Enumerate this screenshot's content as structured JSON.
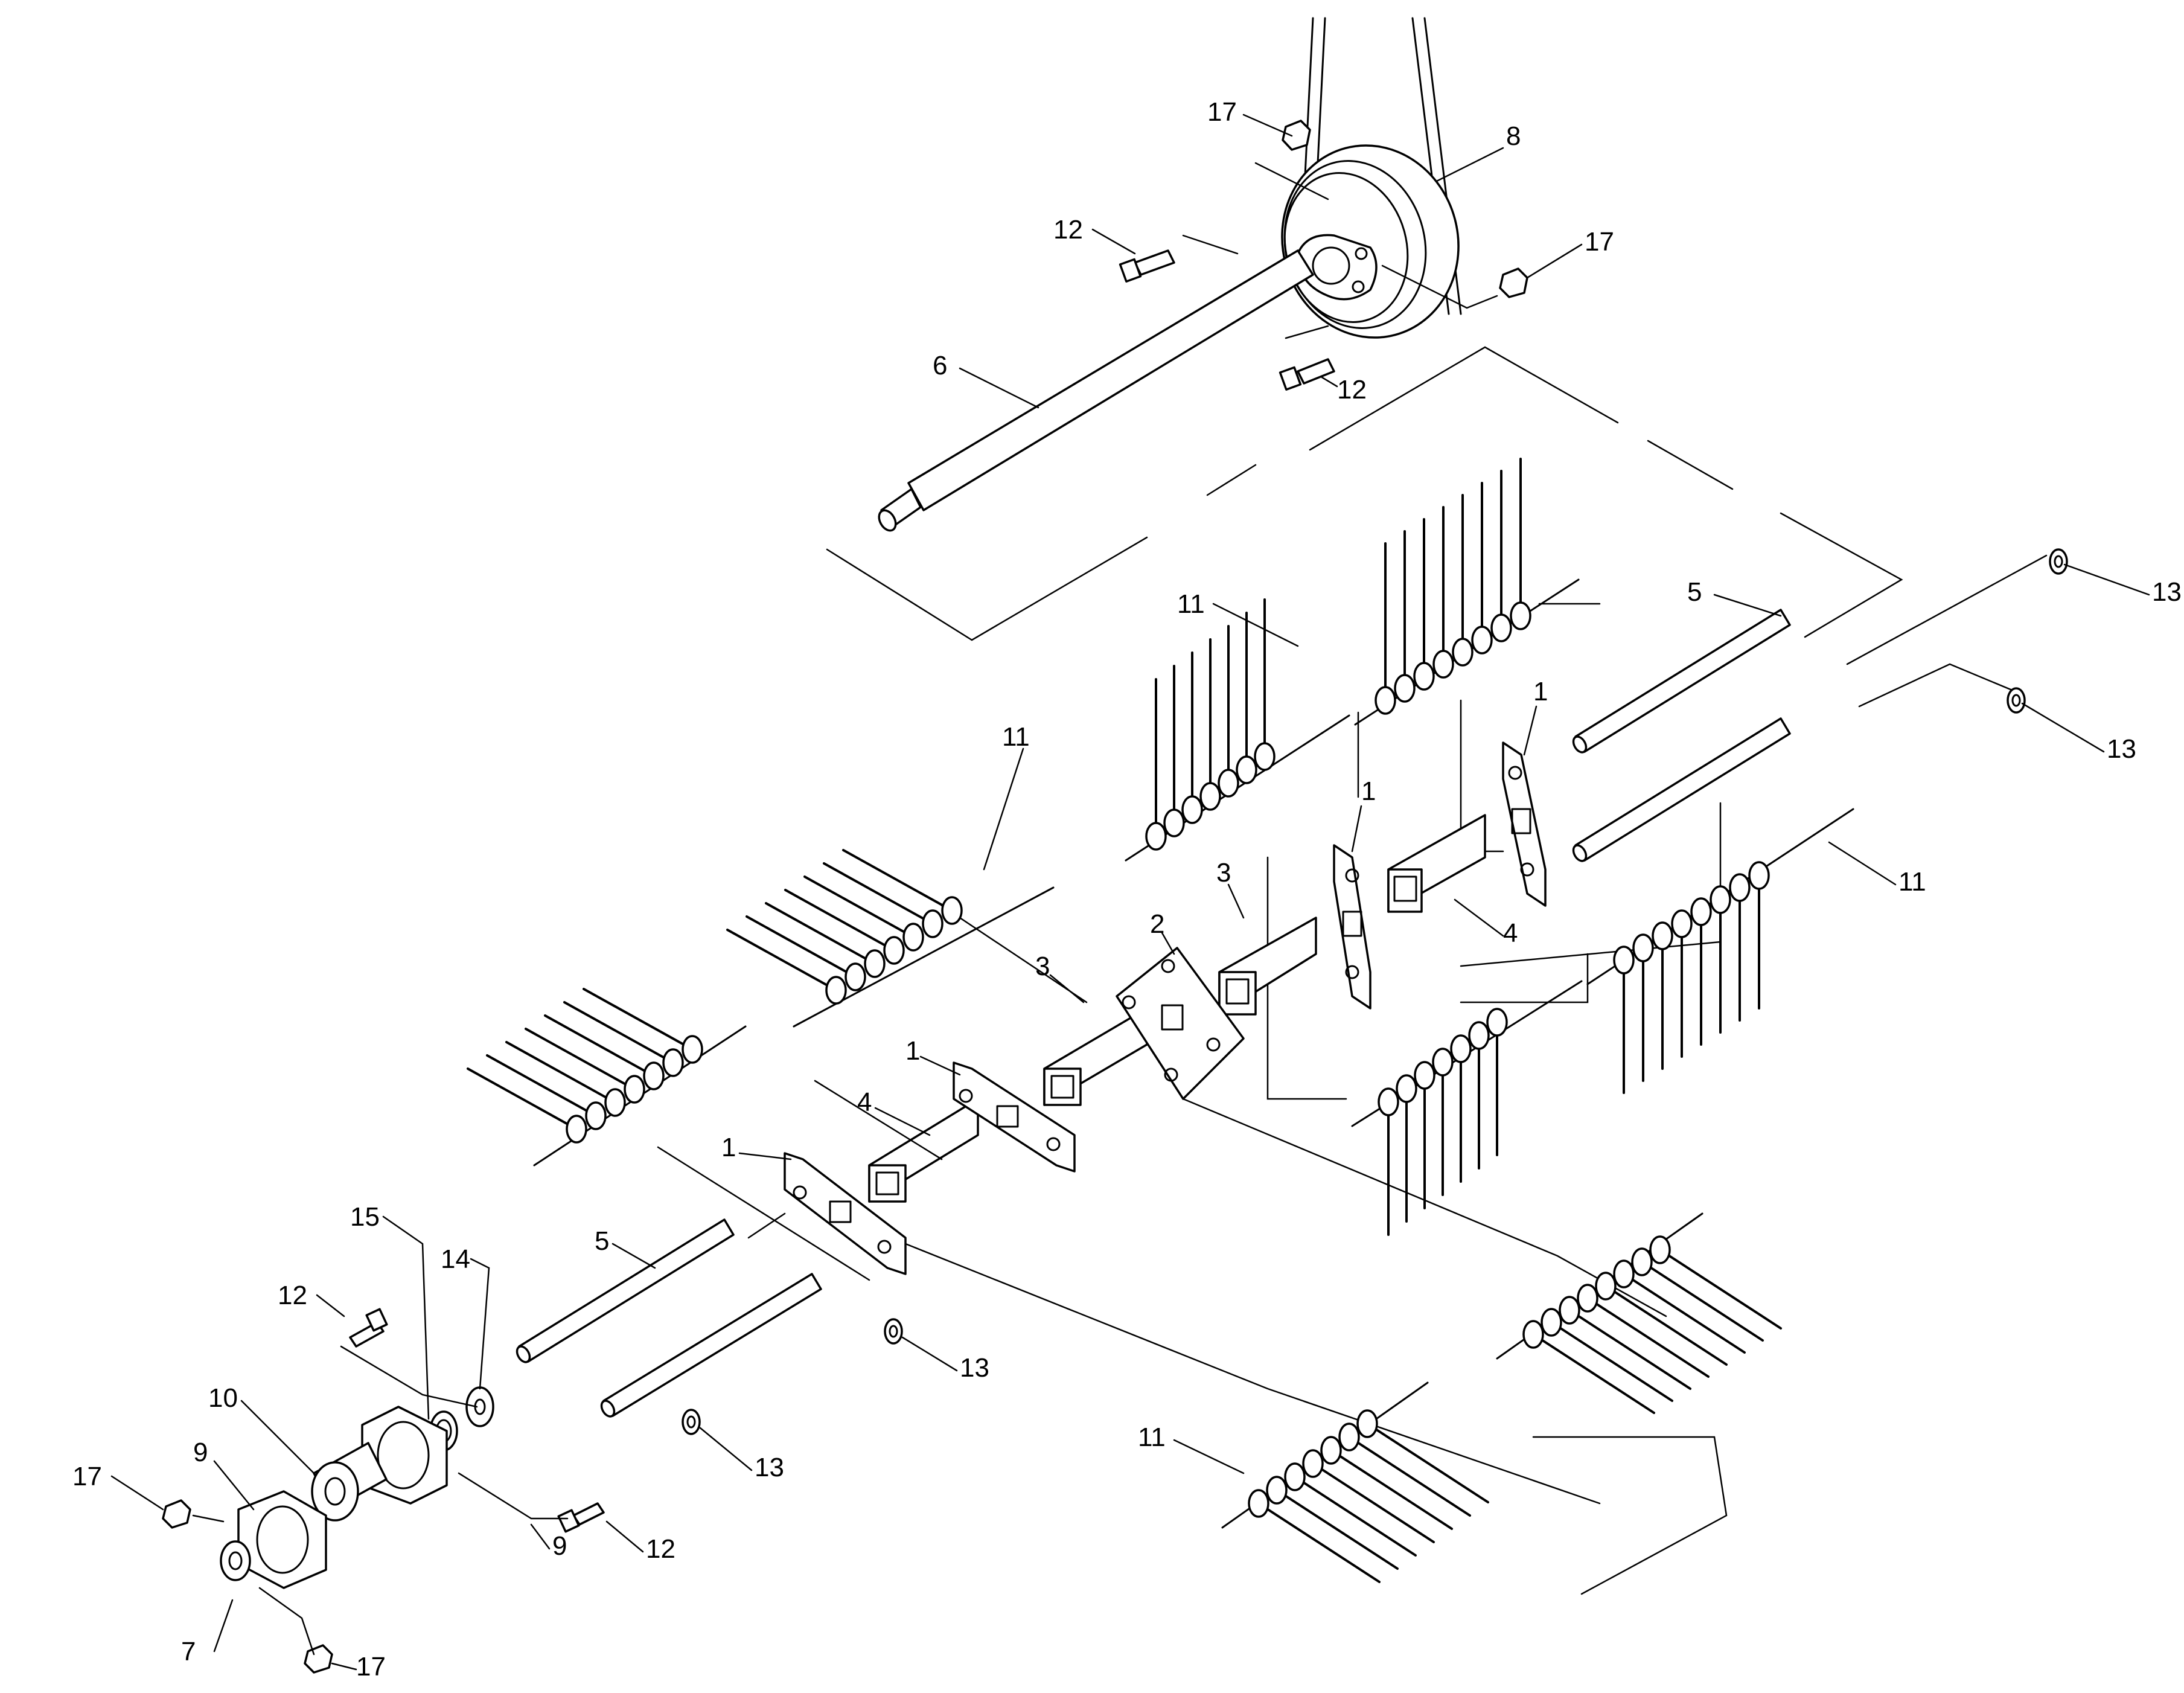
{
  "colors": {
    "ink": "#000000",
    "paper": "#ffffff"
  },
  "callouts": [
    {
      "id": "c1",
      "text": "17"
    },
    {
      "id": "c2",
      "text": "8"
    },
    {
      "id": "c3",
      "text": "12"
    },
    {
      "id": "c4",
      "text": "17"
    },
    {
      "id": "c5",
      "text": "6"
    },
    {
      "id": "c6",
      "text": "12"
    },
    {
      "id": "c7",
      "text": "13"
    },
    {
      "id": "c8",
      "text": "5"
    },
    {
      "id": "c9",
      "text": "11"
    },
    {
      "id": "c10",
      "text": "13"
    },
    {
      "id": "c11",
      "text": "1"
    },
    {
      "id": "c12",
      "text": "11"
    },
    {
      "id": "c13",
      "text": "1"
    },
    {
      "id": "c14",
      "text": "3"
    },
    {
      "id": "c15",
      "text": "11"
    },
    {
      "id": "c16",
      "text": "2"
    },
    {
      "id": "c17",
      "text": "4"
    },
    {
      "id": "c18",
      "text": "3"
    },
    {
      "id": "c19",
      "text": "1"
    },
    {
      "id": "c20",
      "text": "4"
    },
    {
      "id": "c21",
      "text": "1"
    },
    {
      "id": "c22",
      "text": "5"
    },
    {
      "id": "c23",
      "text": "15"
    },
    {
      "id": "c24",
      "text": "14"
    },
    {
      "id": "c25",
      "text": "12"
    },
    {
      "id": "c26",
      "text": "13"
    },
    {
      "id": "c27",
      "text": "10"
    },
    {
      "id": "c28",
      "text": "9"
    },
    {
      "id": "c29",
      "text": "13"
    },
    {
      "id": "c30",
      "text": "17"
    },
    {
      "id": "c31",
      "text": "12"
    },
    {
      "id": "c32",
      "text": "9"
    },
    {
      "id": "c33",
      "text": "11"
    },
    {
      "id": "c34",
      "text": "7"
    },
    {
      "id": "c35",
      "text": "17"
    }
  ]
}
